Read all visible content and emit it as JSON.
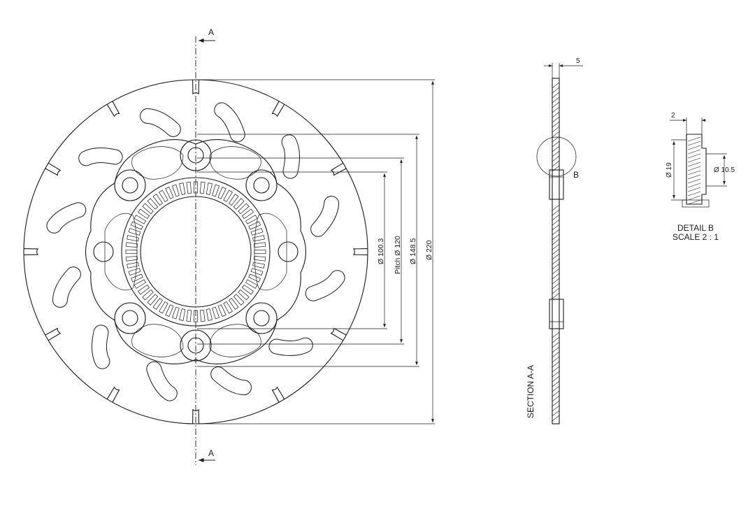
{
  "section_marks": {
    "top": "A",
    "bottom": "A"
  },
  "dimensions": {
    "d_inner": "Ø 100.3",
    "d_pitch": "Pitch Ø 120",
    "d_bolt": "Ø 148.5",
    "d_outer": "Ø 220",
    "thickness": "5"
  },
  "section_view": {
    "title": "SECTION A-A",
    "detail_callout": "B"
  },
  "detail_view": {
    "title": "DETAIL B",
    "scale": "SCALE 2 : 1",
    "width": "2",
    "d_counterbore": "Ø 19",
    "d_hole": "Ø 10.5"
  }
}
